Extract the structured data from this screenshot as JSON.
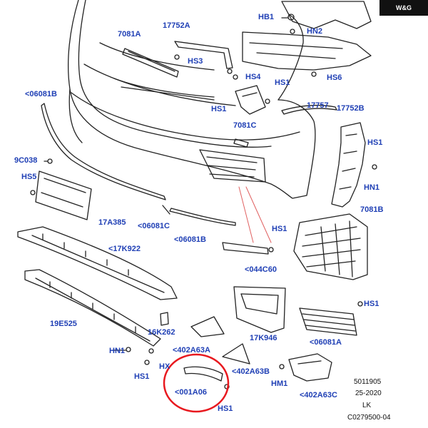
{
  "brand": {
    "logo_text": "W&G"
  },
  "labels": {
    "p7081A": "7081A",
    "p17752A": "17752A",
    "hb1": "HB1",
    "hn2_top": "HN2",
    "hs3": "HS3",
    "hs4": "HS4",
    "hs6": "HS6",
    "hs1_mid": "HS1",
    "hs1_bracket": "HS1",
    "p06081B_left": "<06081B",
    "p7081C": "7081C",
    "p17757": "17757",
    "p17752B": "17752B",
    "p9C038": "9C038",
    "hs5": "HS5",
    "hs1_right": "HS1",
    "hn1_right": "HN1",
    "p7081B": "7081B",
    "p17A385": "17A385",
    "p06081C": "<06081C",
    "p06081B_bottom": "<06081B",
    "hs1_lamp": "HS1",
    "p17K922": "<17K922",
    "p044C60": "<044C60",
    "hs1_grille": "HS1",
    "p19E525": "19E525",
    "p16K262": "16K262",
    "p17K946": "17K946",
    "p06081A": "<06081A",
    "hn1_bottom": "HN1",
    "p402A63A": "<402A63A",
    "hs1_bottom": "HS1",
    "hx": "HX",
    "p402A63B": "<402A63B",
    "hm1": "HM1",
    "p001A06": "<001A06",
    "hs1_circle": "HS1",
    "p402A63C": "<402A63C"
  },
  "footer": {
    "line1": "5011905",
    "line2": "25-2020",
    "line3": "LK",
    "line4": "C0279500-04"
  },
  "highlight": {
    "part": "<001A06",
    "ring_color": "#e8191f"
  },
  "colors": {
    "label": "#1f3fb5",
    "line": "#222222",
    "callout": "#e06060"
  }
}
